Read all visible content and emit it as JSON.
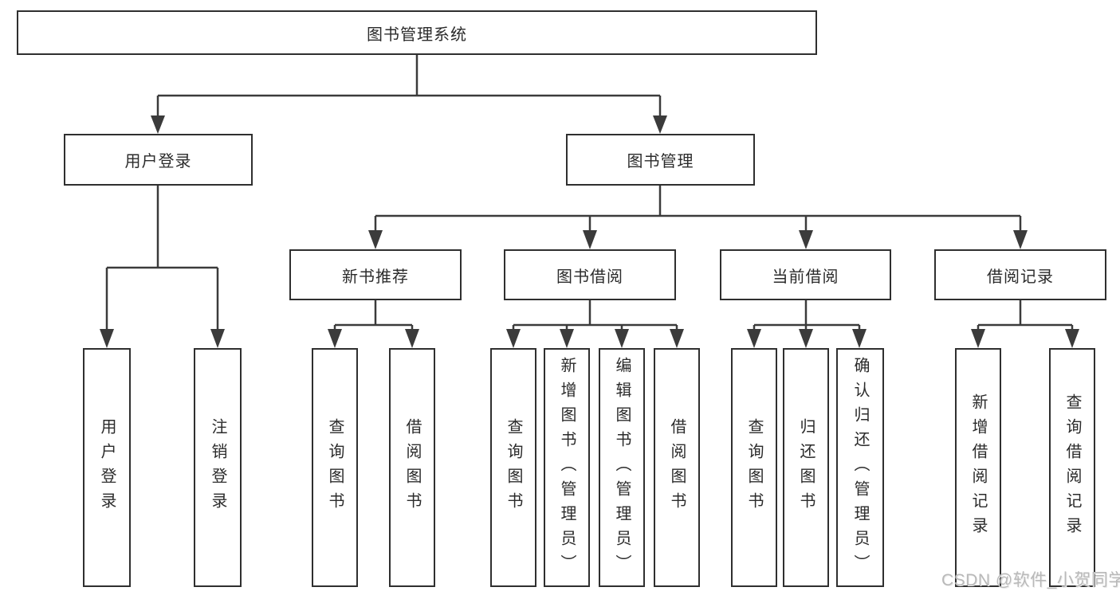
{
  "diagram": {
    "root": {
      "label": "图书管理系统"
    },
    "level2": {
      "user": {
        "label": "用户登录"
      },
      "book": {
        "label": "图书管理"
      }
    },
    "level3": {
      "recommend": {
        "label": "新书推荐"
      },
      "borrow": {
        "label": "图书借阅"
      },
      "current": {
        "label": "当前借阅"
      },
      "record": {
        "label": "借阅记录"
      }
    },
    "leaves": {
      "user_login": {
        "label": "用户登录"
      },
      "user_logout": {
        "label": "注销登录"
      },
      "recommend_query": {
        "label": "查询图书"
      },
      "recommend_borrow": {
        "label": "借阅图书"
      },
      "borrow_query": {
        "label": "查询图书"
      },
      "borrow_add": {
        "label": "新增图书（管理员）"
      },
      "borrow_edit": {
        "label": "编辑图书（管理员）"
      },
      "borrow_borrow": {
        "label": "借阅图书"
      },
      "current_query": {
        "label": "查询图书"
      },
      "current_return": {
        "label": "归还图书"
      },
      "current_confirm": {
        "label": "确认归还（管理员）"
      },
      "record_add": {
        "label": "新增借阅记录"
      },
      "record_query": {
        "label": "查询借阅记录"
      }
    }
  },
  "watermark": {
    "text": "CSDN @软件_小贺同学",
    "color": "#b9b9b9"
  },
  "colors": {
    "line": "#3b3b3b",
    "box_border": "#2f2f2f",
    "text": "#2b2b2b",
    "background": "#ffffff"
  }
}
